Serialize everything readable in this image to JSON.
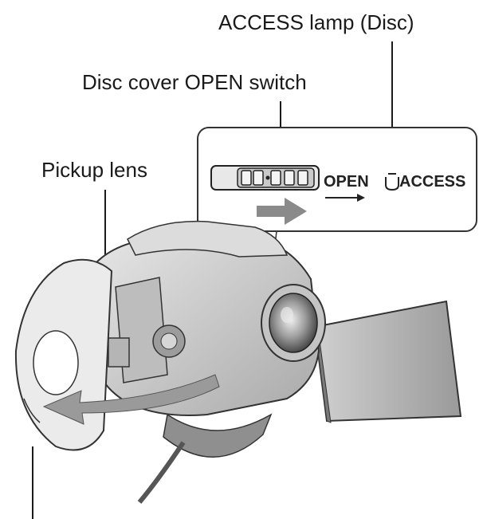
{
  "callouts": {
    "access_lamp": "ACCESS lamp (Disc)",
    "open_switch": "Disc cover OPEN switch",
    "pickup_lens": "Pickup lens"
  },
  "panel": {
    "open_text": "OPEN",
    "access_text": "ACCESS"
  },
  "colors": {
    "ink": "#1a1a1a",
    "arrow_gray": "#8a8a8a",
    "body_gray": "#cfcfcf"
  }
}
